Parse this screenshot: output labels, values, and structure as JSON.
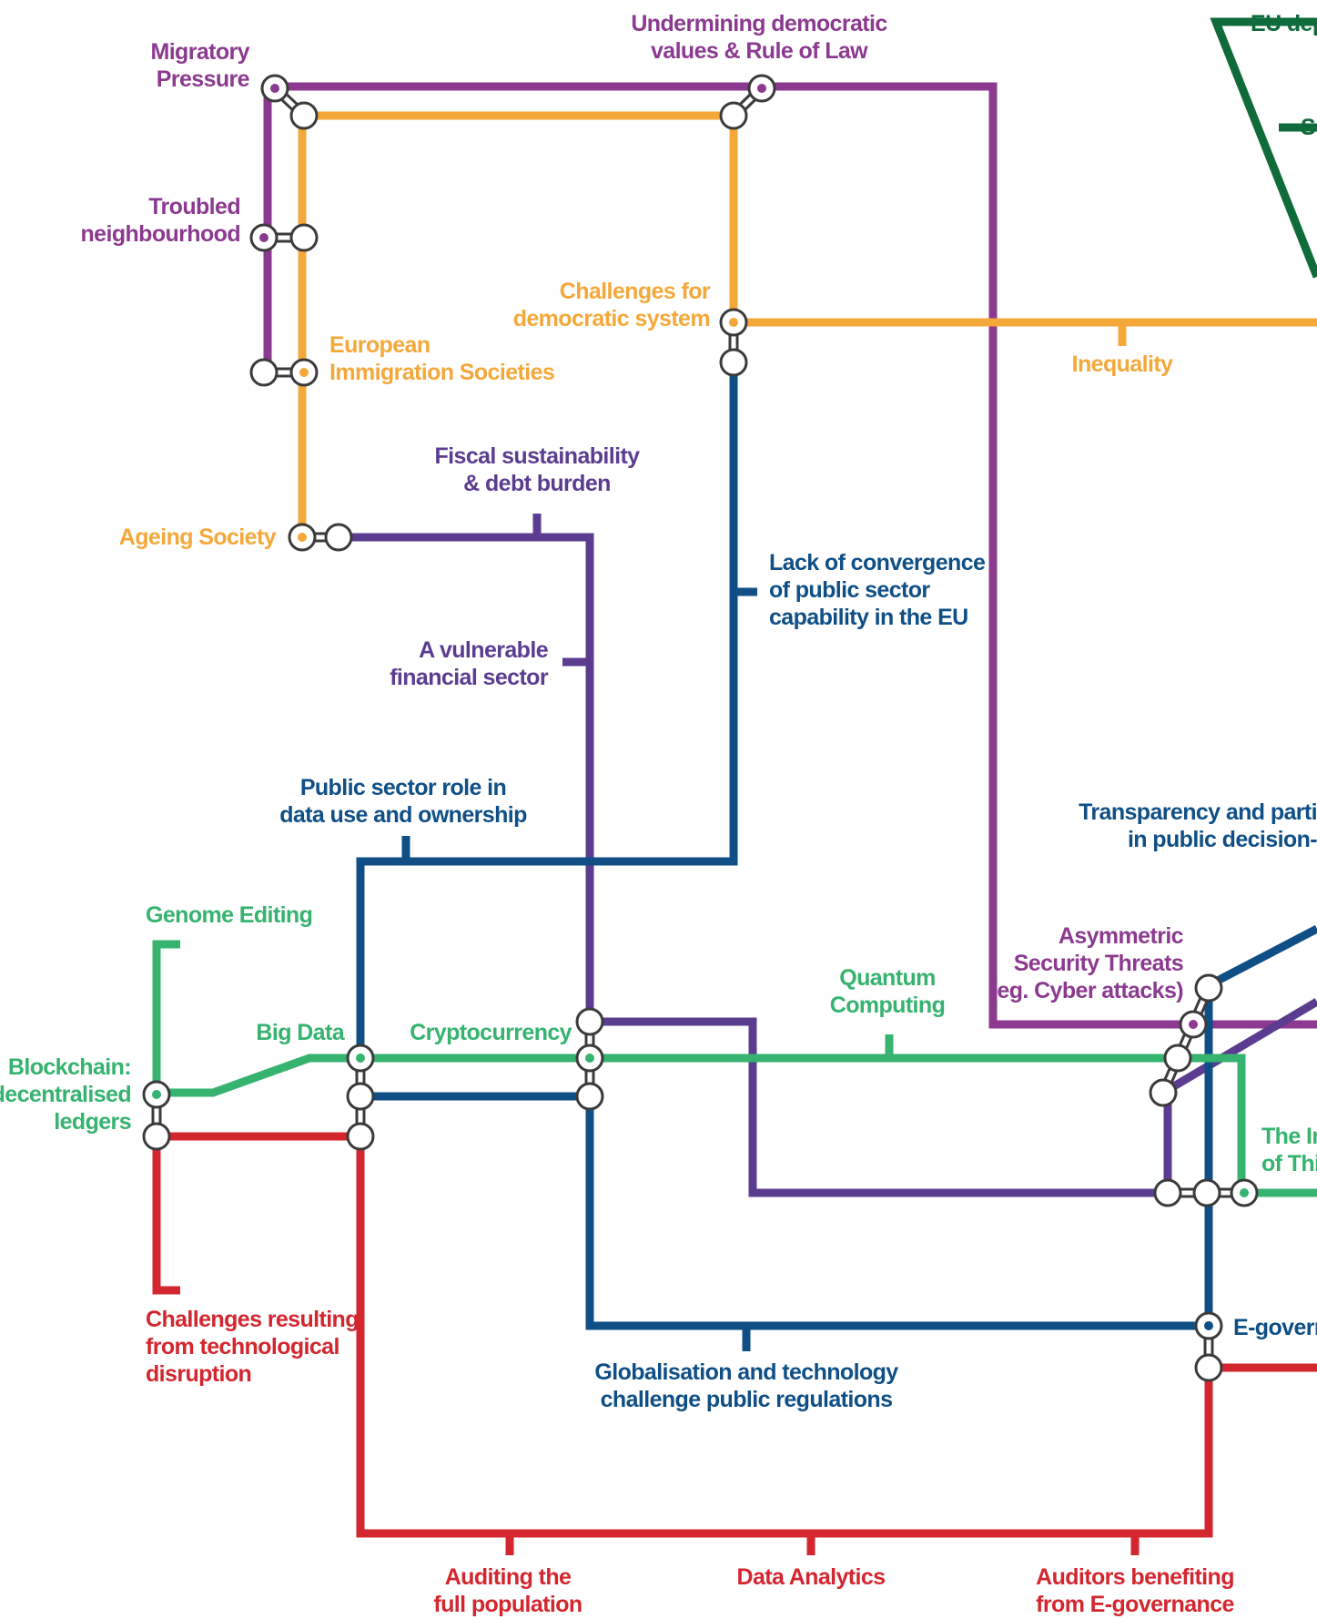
{
  "colors": {
    "purple": "#8b3a8f",
    "orange": "#f5a83a",
    "indigo": "#5b3c90",
    "blue": "#0f4f86",
    "green": "#35b36f",
    "red": "#d3262f",
    "darkgreen": "#0f6b3a",
    "connector": "#3b3b3b"
  },
  "labels": {
    "migratory_pressure": [
      "Migratory",
      "Pressure"
    ],
    "undermining_democratic": [
      "Undermining democratic",
      "values & Rule of Law"
    ],
    "eu_dependence": [
      "EU depe"
    ],
    "so_fragment": [
      "So"
    ],
    "troubled_neighbourhood": [
      "Troubled",
      "neighbourhood"
    ],
    "challenges_democratic": [
      "Challenges for",
      "democratic system"
    ],
    "european_immigration": [
      "European",
      "Immigration Societies"
    ],
    "inequality": [
      "Inequality"
    ],
    "fiscal_sustainability": [
      "Fiscal sustainability",
      "& debt burden"
    ],
    "ageing_society": [
      "Ageing Society"
    ],
    "lack_convergence": [
      "Lack of convergence",
      "of public sector",
      "capability in the EU"
    ],
    "vulnerable_financial": [
      "A vulnerable",
      "financial sector"
    ],
    "public_sector_role": [
      "Public sector role in",
      "data use and ownership"
    ],
    "transparency": [
      "Transparency and parti",
      "in public decision-"
    ],
    "genome_editing": [
      "Genome Editing"
    ],
    "asymmetric_threats": [
      "Asymmetric",
      "Security Threats",
      "(eg. Cyber attacks)"
    ],
    "quantum_computing": [
      "Quantum",
      "Computing"
    ],
    "big_data": [
      "Big Data"
    ],
    "cryptocurrency": [
      "Cryptocurrency"
    ],
    "blockchain": [
      "Blockchain:",
      "decentralised",
      "ledgers"
    ],
    "internet_of_things": [
      "The Int",
      "of Thin"
    ],
    "challenges_tech": [
      "Challenges resulting",
      "from technological",
      "disruption"
    ],
    "e_governance": [
      "E-govern"
    ],
    "globalisation": [
      "Globalisation and technology",
      "challenge public regulations"
    ],
    "auditing_population": [
      "Auditing the",
      "full population"
    ],
    "data_analytics": [
      "Data Analytics"
    ],
    "auditors_benefiting": [
      "Auditors benefiting",
      "from E-governance"
    ]
  }
}
